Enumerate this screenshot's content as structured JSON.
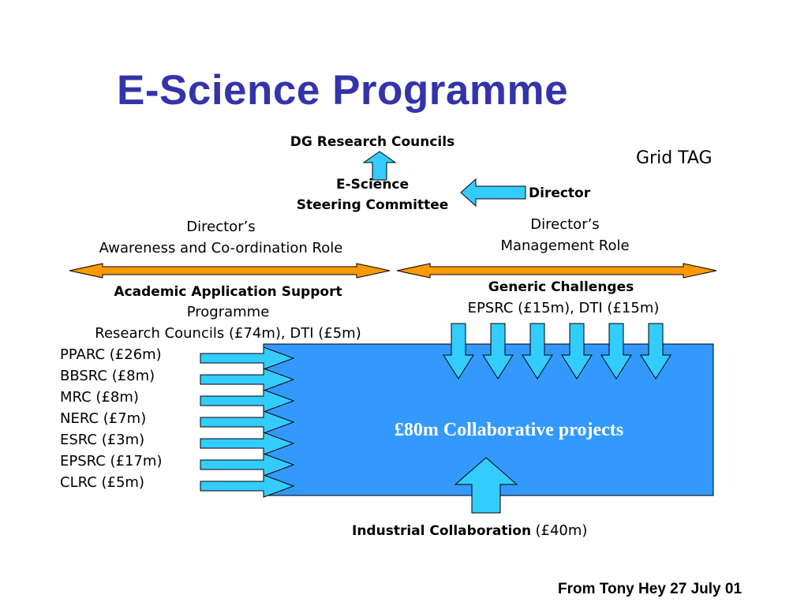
{
  "slide": {
    "title": "E-Science Programme",
    "credit": "From Tony Hey 27 July 01"
  },
  "top": {
    "dg_research_councils": "DG Research Councils",
    "steering_committee": "E-Science\nSteering Committee",
    "director": "Director",
    "grid_tag": "Grid TAG"
  },
  "roles": {
    "awareness": "Director’s\nAwareness and Co-ordination Role",
    "management": "Director’s\nManagement Role"
  },
  "academic": {
    "heading": "Academic Application Support",
    "subheading": "Programme",
    "funding": "Research Councils (£74m), DTI (£5m)",
    "councils": [
      "PPARC (£26m)",
      "BBSRC (£8m)",
      "MRC (£8m)",
      "NERC (£7m)",
      "ESRC (£3m)",
      "EPSRC (£17m)",
      "CLRC (£5m)"
    ]
  },
  "generic": {
    "heading": "Generic Challenges",
    "funding": "EPSRC (£15m), DTI (£15m)"
  },
  "collaborative": {
    "label": "£80m Collaborative projects"
  },
  "industrial": {
    "label": "Industrial Collaboration",
    "amount": "(£40m)"
  },
  "colors": {
    "title": "#3333aa",
    "cyan_arrow": "#33ccff",
    "orange_arrow": "#ff9900",
    "collab_box": "#3399ff"
  }
}
